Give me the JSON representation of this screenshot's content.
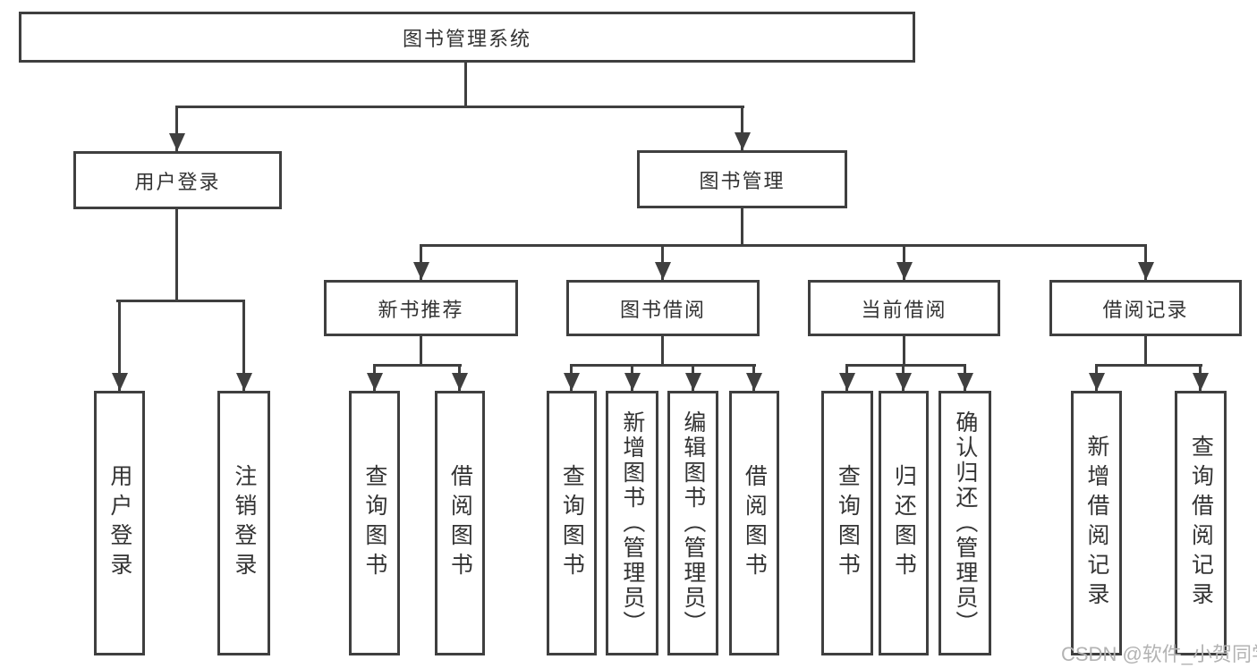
{
  "tree": {
    "root": {
      "label": "图书管理系统"
    },
    "branches": [
      {
        "label": "用户登录",
        "leaves": [
          {
            "label": "用户登录"
          },
          {
            "label": "注销登录"
          }
        ]
      },
      {
        "label": "图书管理",
        "groups": [
          {
            "label": "新书推荐",
            "leaves": [
              {
                "label": "查询图书"
              },
              {
                "label": "借阅图书"
              }
            ]
          },
          {
            "label": "图书借阅",
            "leaves": [
              {
                "label": "查询图书"
              },
              {
                "label": "新增图书（管理员）"
              },
              {
                "label": "编辑图书（管理员）"
              },
              {
                "label": "借阅图书"
              }
            ]
          },
          {
            "label": "当前借阅",
            "leaves": [
              {
                "label": "查询图书"
              },
              {
                "label": "归还图书"
              },
              {
                "label": "确认归还（管理员）"
              }
            ]
          },
          {
            "label": "借阅记录",
            "leaves": [
              {
                "label": "新增借阅记录"
              },
              {
                "label": "查询借阅记录"
              }
            ]
          }
        ]
      }
    ]
  },
  "watermark": {
    "text": "CSDN @软件_小贺同学"
  },
  "colors": {
    "line": "#3f3f3f",
    "text": "#333333",
    "watermark": "#b3b3b3",
    "background": "#ffffff"
  }
}
